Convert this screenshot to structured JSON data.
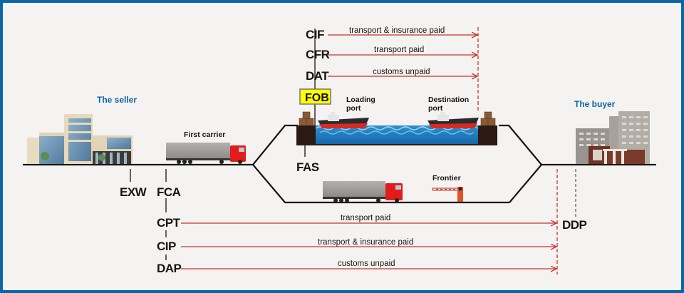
{
  "title": "Incoterms transport diagram",
  "colors": {
    "border": "#0a66a8",
    "background": "#f4f3f1",
    "arrow": "#c8322a",
    "road": "#1a1410",
    "party_label": "#0a66a8",
    "fob_highlight": "#ffff00"
  },
  "parties": {
    "seller": "The seller",
    "buyer": "The buyer"
  },
  "places": {
    "first_carrier": "First carrier",
    "loading_port": [
      "Loading",
      "port"
    ],
    "destination_port": [
      "Destination",
      "port"
    ],
    "frontier": "Frontier"
  },
  "terms": {
    "exw": "EXW",
    "fca": "FCA",
    "fas": "FAS",
    "fob": "FOB",
    "cif": "CIF",
    "cfr": "CFR",
    "dat": "DAT",
    "cpt": "CPT",
    "cip": "CIP",
    "dap": "DAP",
    "ddp": "DDP"
  },
  "sea_arrows": [
    {
      "term": "CIF",
      "note": "transport & insurance paid"
    },
    {
      "term": "CFR",
      "note": "transport paid"
    },
    {
      "term": "DAT",
      "note": "customs unpaid"
    }
  ],
  "land_arrows": [
    {
      "term": "CPT",
      "note": "transport paid"
    },
    {
      "term": "CIP",
      "note": "transport & insurance paid"
    },
    {
      "term": "DAP",
      "note": "customs unpaid"
    }
  ],
  "icons": {
    "seller_building": "office-building-icon",
    "buyer_building": "office-building-icon",
    "truck": "truck-icon",
    "ship": "cargo-ship-icon",
    "crates": "crates-icon",
    "barrier": "border-barrier-icon",
    "water": "sea-water-icon"
  }
}
